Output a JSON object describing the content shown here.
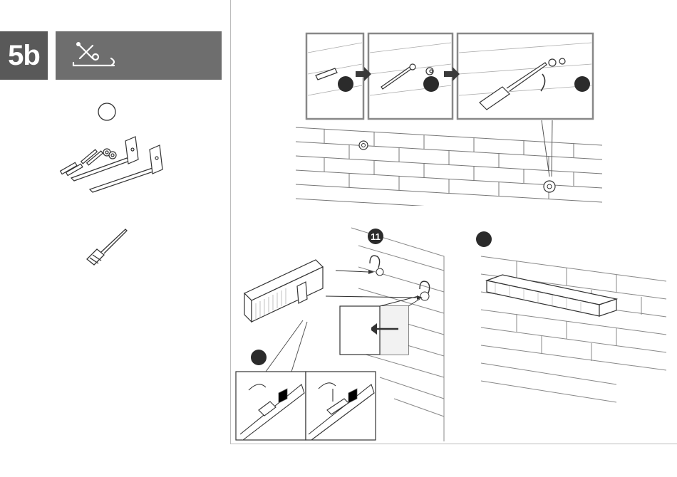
{
  "header": {
    "step_label": "5b",
    "tools_icon": "tools-wrench-screwdriver-icon"
  },
  "parts": {
    "kit_icon": "wall-mount-bracket-kit",
    "tool_icon": "screwdriver-icon"
  },
  "steps": {
    "hang_step_number": "11"
  },
  "icons": {
    "arrow": "right-arrow-icon",
    "rotate": "rotate-clockwise-icon",
    "hook": "hook-arrow-icon"
  },
  "colors": {
    "step_box": "#595959",
    "tools_box": "#6e6e6e",
    "line": "#3a3a3a",
    "callout": "#2b2b2b"
  }
}
